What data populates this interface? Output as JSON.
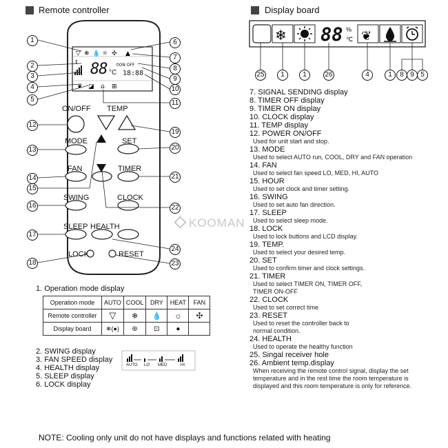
{
  "headers": {
    "remote": "Remote controller",
    "display": "Display board"
  },
  "remote_labels": {
    "onoff": "ON/OFF",
    "temp": "TEMP",
    "mode": "MODE",
    "set": "SET",
    "fan": "FAN",
    "timer": "TIMER",
    "swing": "SWING",
    "clock": "CLOCK",
    "sleep": "SLEEP",
    "health": "HEALTH",
    "lock": "LOCK",
    "reset": "RESET"
  },
  "lcd": {
    "temp": "88",
    "unit": "°C",
    "clock": "18:88"
  },
  "display_board": {
    "temp": "88",
    "pct": "%",
    "unit": "℃"
  },
  "callouts_left": [
    "1",
    "2",
    "3",
    "4",
    "5",
    "12",
    "13",
    "14",
    "15",
    "16",
    "17",
    "18"
  ],
  "callouts_right": [
    "6",
    "7",
    "8",
    "9",
    "10",
    "11",
    "19",
    "20",
    "21",
    "22",
    "24",
    "23"
  ],
  "db_callouts": [
    "25",
    "1",
    "1",
    "26",
    "4",
    "1",
    "8",
    "9",
    "5"
  ],
  "descriptions": [
    {
      "t": "7. SIGNAL SENDING display",
      "s": ""
    },
    {
      "t": "8. TIMER OFF display",
      "s": ""
    },
    {
      "t": "9. TIMER ON display",
      "s": ""
    },
    {
      "t": "10. CLOCK display",
      "s": ""
    },
    {
      "t": "11. TEMP display",
      "s": ""
    },
    {
      "t": "12. POWER ON/OFF",
      "s": "Used for unit start and stop."
    },
    {
      "t": "13. MODE",
      "s": "Used to select AUTO run, COOL, DRY and FAN operation"
    },
    {
      "t": "14. FAN",
      "s": "Used to select fan speed LO, MED, HI,  AUTO"
    },
    {
      "t": "15. HOUR",
      "s": "Used to set clock and timer setting."
    },
    {
      "t": "16. SWING",
      "s": "Used to set auto fan direction."
    },
    {
      "t": "17. SLEEP",
      "s": "Used to select sleep mode."
    },
    {
      "t": "18. LOCK",
      "s": "Used to lock buttons and LCD display."
    },
    {
      "t": "19. TEMP.",
      "s": "Used to select your desired temp."
    },
    {
      "t": "20. SET",
      "s": "Used to confirm timer and clock settings."
    },
    {
      "t": "21. TIMER",
      "s": "Used to select TIMER ON, TIMER OFF,"
    },
    {
      "t": "",
      "s": "TIMER ON-OFF"
    },
    {
      "t": "22. CLOCK",
      "s": "Used to set correct time"
    },
    {
      "t": "23. RESET",
      "s": "Used to reset  the controller back to"
    },
    {
      "t": "",
      "s": "normal condition."
    },
    {
      "t": "24. HEALTH",
      "s": "Used to operate the healthy function"
    },
    {
      "t": "25.  Singal receiver hole",
      "s": ""
    },
    {
      "t": "26. Ambient temp.display",
      "s": "When receiving the remote control signal, display the set"
    },
    {
      "t": "",
      "s": "temperature and in the rest time the room temperature is"
    },
    {
      "t": "",
      "s": "displayed and this room temperature is only for reference."
    }
  ],
  "operation": {
    "title": "1. Operation mode display",
    "headers": [
      "Operation mode",
      "AUTO",
      "COOL",
      "DRY",
      "HEAT",
      "FAN"
    ],
    "row_remote": "Remote controller",
    "row_display": "Display board"
  },
  "left_list": [
    "2. SWING display",
    "3. FAN SPEED display",
    "4. HEALTH display",
    "5. SLEEP display",
    "6. LOCK display"
  ],
  "fan_speed_labels": [
    "AUTO",
    "LO",
    "MED",
    "HI"
  ],
  "watermark": "KOOMAN",
  "note": "NOTE:  Cooling only unit do not have  displays and functions related with heating"
}
